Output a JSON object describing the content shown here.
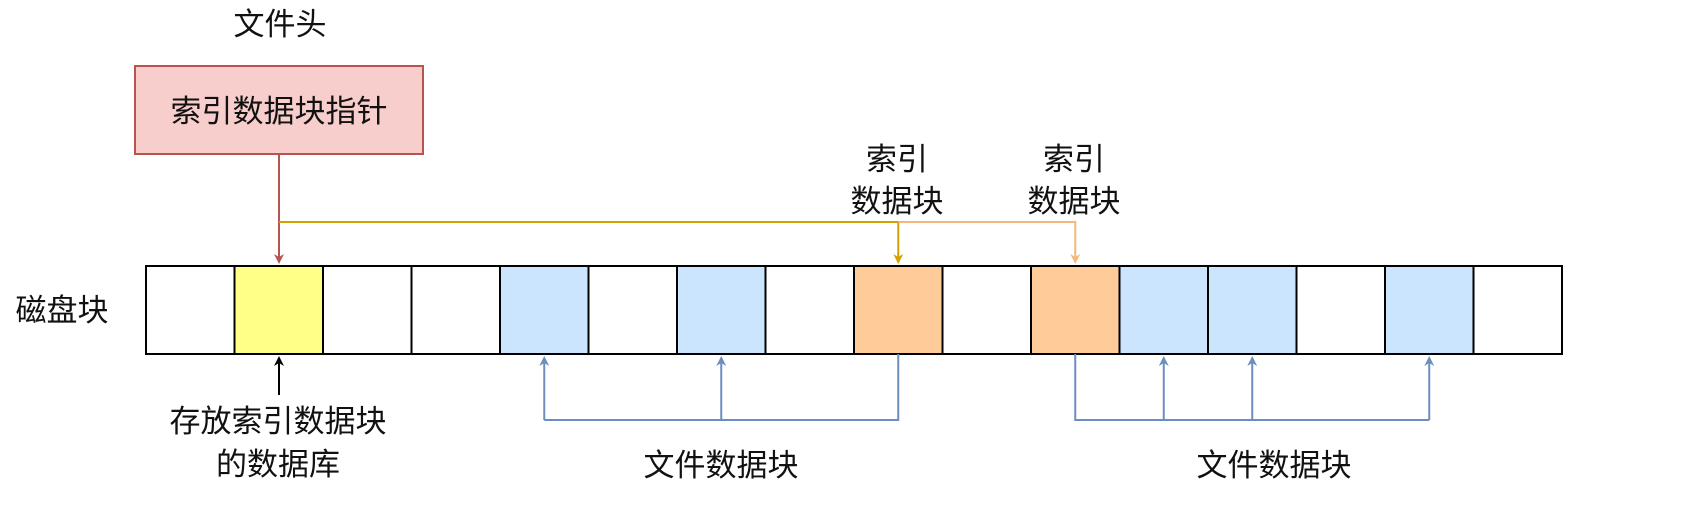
{
  "header": {
    "file_header_label": "文件头",
    "pointer_box_label": "索引数据块指针"
  },
  "disk": {
    "label": "磁盘块",
    "block_count": 16,
    "blocks": [
      {
        "type": "empty"
      },
      {
        "type": "index-db"
      },
      {
        "type": "empty"
      },
      {
        "type": "empty"
      },
      {
        "type": "data"
      },
      {
        "type": "empty"
      },
      {
        "type": "data"
      },
      {
        "type": "empty"
      },
      {
        "type": "index"
      },
      {
        "type": "empty"
      },
      {
        "type": "index"
      },
      {
        "type": "data"
      },
      {
        "type": "data"
      },
      {
        "type": "empty"
      },
      {
        "type": "data"
      },
      {
        "type": "empty"
      }
    ]
  },
  "labels": {
    "index_block_1": [
      "索引",
      "数据块"
    ],
    "index_block_2": [
      "索引",
      "数据块"
    ],
    "index_db": [
      "存放索引数据块",
      "的数据库"
    ],
    "file_data_1": "文件数据块",
    "file_data_2": "文件数据块"
  },
  "colors": {
    "empty": "#ffffff",
    "index_db": "#ffff88",
    "data": "#cce5ff",
    "index": "#ffcc99",
    "pointer_fill": "#f8cecc",
    "pointer_stroke": "#b85450",
    "pointer_arrow": "#b85450",
    "index_arrow_1": "#d6a000",
    "index_arrow_2": "#f5b87c",
    "data_arrow": "#6c8ebf",
    "index_db_arrow": "#000000"
  }
}
